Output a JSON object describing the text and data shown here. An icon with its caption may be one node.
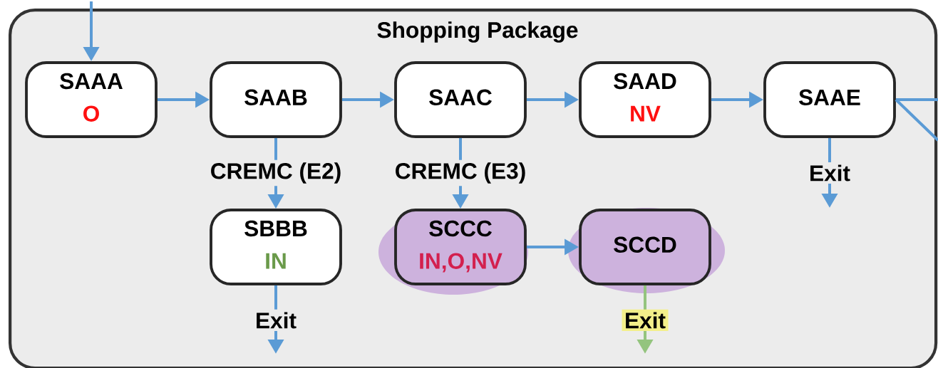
{
  "diagram": {
    "nodes": [
      {
        "text": [
          "Shopping Package"
        ]
      },
      {
        "text": [
          "SAAA",
          "O"
        ],
        "in": 0
      },
      {
        "text": [
          "SAAB"
        ],
        "in": 0
      },
      {
        "text": [
          "SAAC"
        ],
        "in": 0
      },
      {
        "text": [
          "SAAD",
          "NV"
        ],
        "in": 0
      },
      {
        "text": [
          "SAAE"
        ],
        "in": 0
      },
      {
        "text": [
          "SBBB",
          "IN"
        ],
        "in": 0
      },
      {
        "text": [
          "SCCC",
          "IN,O,NV"
        ],
        "in": 0
      },
      {
        "text": [
          "SCCD"
        ],
        "in": 0
      }
    ],
    "edges": [
      {
        "from": null,
        "to": 1,
        "arrow": "to"
      },
      {
        "from": 1,
        "to": 2,
        "arrow": "to"
      },
      {
        "from": 2,
        "to": 3,
        "arrow": "to"
      },
      {
        "from": 3,
        "to": 4,
        "arrow": "to"
      },
      {
        "from": 4,
        "to": 5,
        "arrow": "to"
      },
      {
        "from": 2,
        "to": 6,
        "arrow": "to",
        "label": "CREMC (E2)"
      },
      {
        "from": 3,
        "to": 7,
        "arrow": "to",
        "label": "CREMC (E3)"
      },
      {
        "from": 7,
        "to": 8,
        "arrow": "to"
      },
      {
        "from": 5,
        "to": null,
        "arrow": "to",
        "label": "Exit"
      },
      {
        "from": 6,
        "to": null,
        "arrow": "to",
        "label": "Exit"
      },
      {
        "from": 8,
        "to": null,
        "arrow": "to",
        "label": "Exit",
        "color": "#94c47e"
      },
      {
        "from": 5,
        "to": null,
        "arrow": "none"
      },
      {
        "from": 5,
        "to": null,
        "arrow": "none"
      }
    ]
  }
}
